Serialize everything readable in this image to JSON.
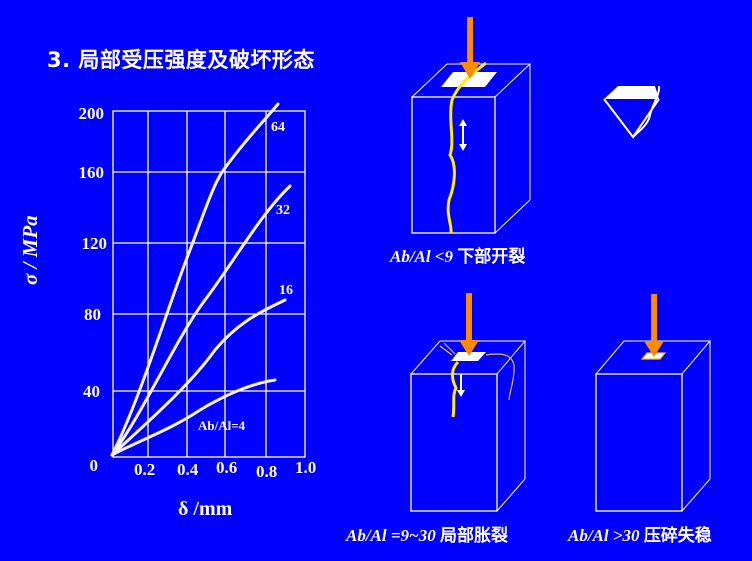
{
  "title": "3. 局部受压强度及破坏形态",
  "colors": {
    "background": "#0000fe",
    "curve": "#ffffff",
    "arrow": "#ff8c00",
    "crack": "#ffff00"
  },
  "chart_data": {
    "type": "line",
    "title": "",
    "xlabel": "δ/mm",
    "ylabel": "σ/MPa",
    "xlim": [
      0,
      1.0
    ],
    "ylim": [
      0,
      200
    ],
    "x_ticks": [
      "0.2",
      "0.4",
      "0.6",
      "0.8",
      "1.0"
    ],
    "y_ticks": [
      "0",
      "40",
      "80",
      "120",
      "160",
      "200"
    ],
    "grid": true,
    "series": [
      {
        "name": "Ab/Al=4",
        "x": [
          0,
          0.1,
          0.2,
          0.3,
          0.4,
          0.5,
          0.6,
          0.7,
          0.8,
          0.85
        ],
        "y": [
          0,
          4,
          10,
          16,
          22,
          28,
          34,
          40,
          44,
          45
        ]
      },
      {
        "name": "16",
        "x": [
          0,
          0.1,
          0.2,
          0.3,
          0.4,
          0.5,
          0.6,
          0.7,
          0.8,
          0.9
        ],
        "y": [
          0,
          10,
          22,
          32,
          44,
          58,
          70,
          76,
          82,
          86
        ]
      },
      {
        "name": "32",
        "x": [
          0,
          0.1,
          0.2,
          0.3,
          0.4,
          0.5,
          0.6,
          0.7,
          0.8,
          0.9
        ],
        "y": [
          0,
          16,
          34,
          52,
          72,
          88,
          104,
          120,
          136,
          152
        ]
      },
      {
        "name": "64",
        "x": [
          0,
          0.1,
          0.2,
          0.3,
          0.4,
          0.5,
          0.6,
          0.7,
          0.8,
          0.85
        ],
        "y": [
          0,
          22,
          48,
          75,
          104,
          130,
          154,
          172,
          192,
          204
        ]
      }
    ],
    "annotations": [
      "64",
      "32",
      "16",
      "Ab/Al=4"
    ]
  },
  "chart": {
    "y_ticks": [
      "200",
      "160",
      "120",
      "80",
      "40",
      "0"
    ],
    "x_ticks": [
      "0.2",
      "0.4",
      "0.6",
      "0.8",
      "1.0"
    ],
    "labels": {
      "c64": "64",
      "c32": "32",
      "c16": "16",
      "c4": "Ab/Al=4"
    },
    "ylabel": "σ / MPa",
    "xlabel": "δ /mm"
  },
  "diagrams": [
    {
      "ratio": "Ab/Al <9",
      "mode": "下部开裂"
    },
    {
      "ratio": "Ab/Al =9~30",
      "mode": "局部胀裂"
    },
    {
      "ratio": "Ab/Al >30",
      "mode": "压碎失稳"
    }
  ]
}
